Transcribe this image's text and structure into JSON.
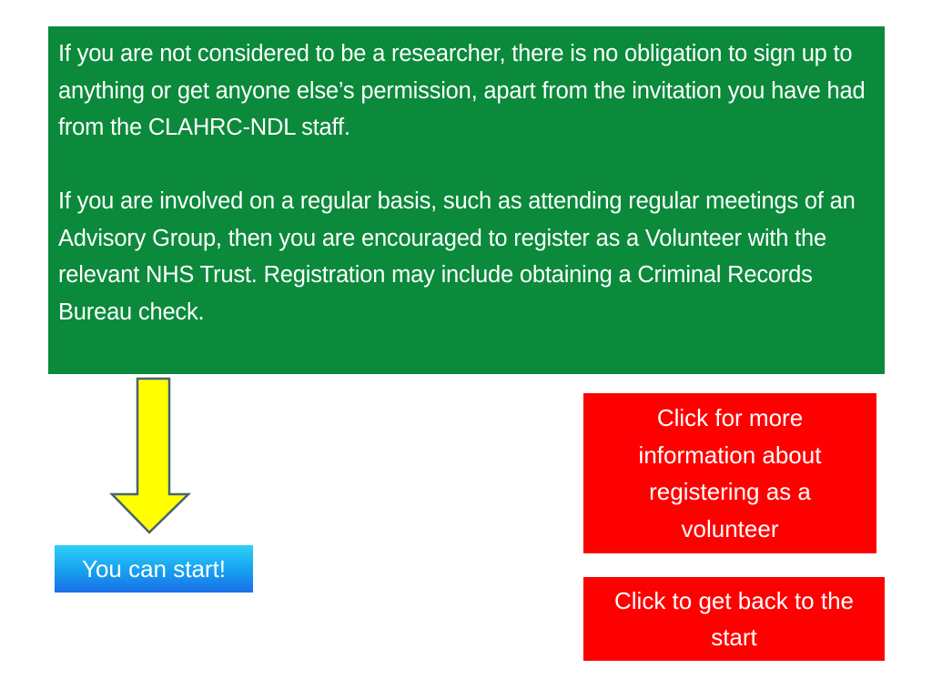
{
  "info_box": {
    "paragraph_1": "If you are not considered to be a researcher, there is no obligation to sign up to anything or get anyone else’s permission, apart from the invitation you have had from the CLAHRC-NDL staff.",
    "paragraph_2": "If you are involved on a regular basis, such as attending regular meetings of an Advisory Group, then you are encouraged to register as a Volunteer with the relevant NHS Trust. Registration may include obtaining a Criminal Records Bureau check."
  },
  "buttons": {
    "start_label": "You can start!",
    "more_info_label": "Click for more information about registering as a volunteer",
    "back_label": "Click to get back to the start"
  },
  "colors": {
    "info_box_bg": "#0a8a3a",
    "arrow_fill": "#ffff00",
    "arrow_stroke": "#4a6272",
    "red_button_bg": "#ff0000",
    "start_button_bg": "#17a4f0"
  },
  "icons": {
    "arrow": "down-arrow-icon"
  }
}
